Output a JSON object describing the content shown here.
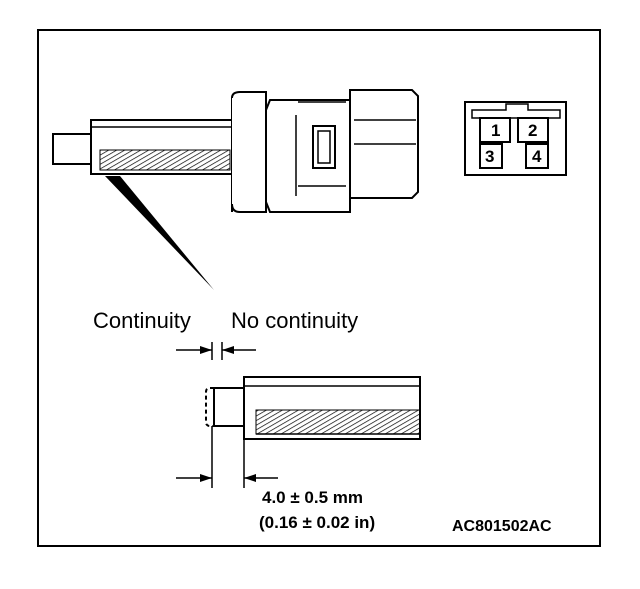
{
  "labels": {
    "continuity": "Continuity",
    "no_continuity": "No continuity"
  },
  "dimension": {
    "metric": "4.0 ± 0.5 mm",
    "imperial": "(0.16 ± 0.02 in)"
  },
  "connector_pins": [
    "1",
    "2",
    "3",
    "4"
  ],
  "figure_code": "AC801502AC"
}
